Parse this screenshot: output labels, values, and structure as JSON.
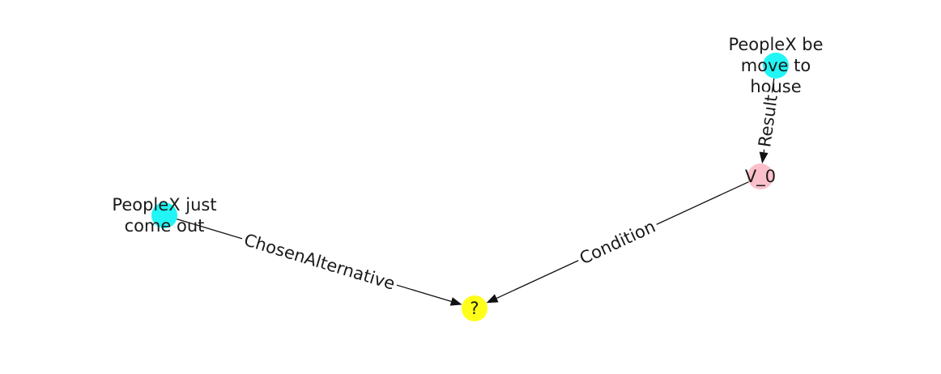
{
  "graph": {
    "nodes": [
      {
        "id": "peoplex-just-come-out",
        "lines": [
          "PeopleX just",
          "come out"
        ],
        "color": "#22f5f5"
      },
      {
        "id": "peoplex-be-move-to-house",
        "lines": [
          "PeopleX be",
          "move to",
          "house"
        ],
        "color": "#22f5f5"
      },
      {
        "id": "v0",
        "lines": [
          "V_0"
        ],
        "color": "#fbc0cb"
      },
      {
        "id": "question",
        "lines": [
          "?"
        ],
        "color": "#ffff1a"
      }
    ],
    "edges": [
      {
        "from": "peoplex-just-come-out",
        "to": "question",
        "label": "ChosenAlternative"
      },
      {
        "from": "v0",
        "to": "question",
        "label": "Condition"
      },
      {
        "from": "peoplex-be-move-to-house",
        "to": "v0",
        "label": "Result"
      }
    ]
  }
}
